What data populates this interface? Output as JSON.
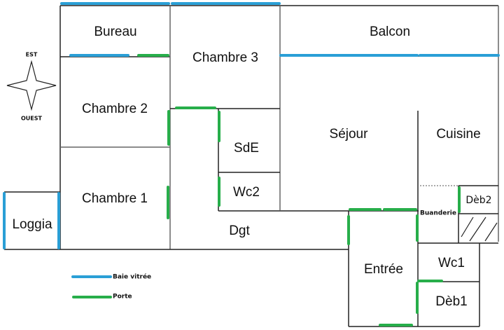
{
  "plan": {
    "rooms": {
      "bureau": "Bureau",
      "chambre3": "Chambre 3",
      "balcon": "Balcon",
      "chambre2": "Chambre 2",
      "chambre1": "Chambre 1",
      "sde": "SdE",
      "wc2": "Wc2",
      "sejour": "Séjour",
      "cuisine": "Cuisine",
      "deb2": "Dèb2",
      "buanderie": "Buanderie",
      "loggia": "Loggia",
      "dgt": "Dgt",
      "entree": "Entrée",
      "wc1": "Wc1",
      "deb1": "Dèb1"
    },
    "compass": {
      "top": "EST",
      "bottom": "OUEST"
    },
    "legend": [
      {
        "label": "Baie vitrée",
        "color": "#2a9fd6",
        "type": "glass"
      },
      {
        "label": "Porte",
        "color": "#27ae4a",
        "type": "door"
      }
    ]
  }
}
